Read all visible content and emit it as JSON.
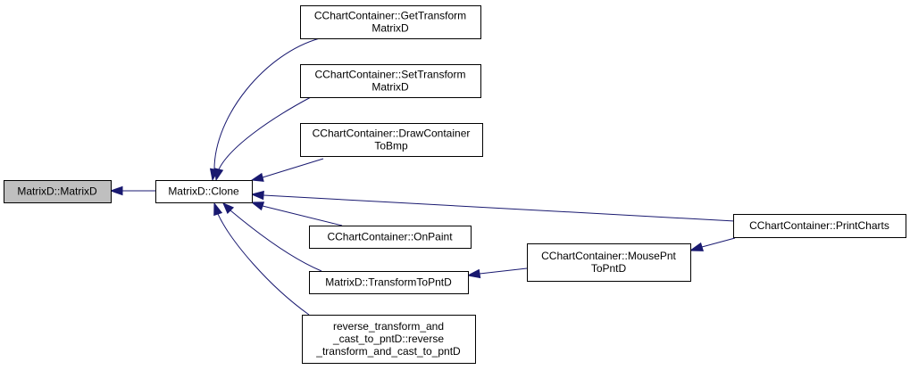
{
  "colors": {
    "edge": "#191970",
    "focus_fill": "#bfbfbf",
    "node_fill": "#ffffff",
    "node_border": "#000000"
  },
  "nodes": [
    {
      "id": "matrixd_ctor",
      "lines": [
        "MatrixD::MatrixD"
      ],
      "focus": true
    },
    {
      "id": "matrixd_clone",
      "lines": [
        "MatrixD::Clone"
      ]
    },
    {
      "id": "get_transform",
      "lines": [
        "CChartContainer::GetTransform",
        "MatrixD"
      ]
    },
    {
      "id": "set_transform",
      "lines": [
        "CChartContainer::SetTransform",
        "MatrixD"
      ]
    },
    {
      "id": "draw_container",
      "lines": [
        "CChartContainer::DrawContainer",
        "ToBmp"
      ]
    },
    {
      "id": "on_paint",
      "lines": [
        "CChartContainer::OnPaint"
      ]
    },
    {
      "id": "transform_to_pnt",
      "lines": [
        "MatrixD::TransformToPntD"
      ]
    },
    {
      "id": "reverse_transform",
      "lines": [
        "reverse_transform_and",
        "_cast_to_pntD::reverse",
        "_transform_and_cast_to_pntD"
      ]
    },
    {
      "id": "mouse_pnt",
      "lines": [
        "CChartContainer::MousePnt",
        "ToPntD"
      ]
    },
    {
      "id": "print_charts",
      "lines": [
        "CChartContainer::PrintCharts"
      ]
    }
  ],
  "edges": [
    {
      "from": "matrixd_clone",
      "to": "matrixd_ctor"
    },
    {
      "from": "get_transform",
      "to": "matrixd_clone"
    },
    {
      "from": "set_transform",
      "to": "matrixd_clone"
    },
    {
      "from": "draw_container",
      "to": "matrixd_clone"
    },
    {
      "from": "print_charts",
      "to": "matrixd_clone"
    },
    {
      "from": "on_paint",
      "to": "matrixd_clone"
    },
    {
      "from": "transform_to_pnt",
      "to": "matrixd_clone"
    },
    {
      "from": "reverse_transform",
      "to": "matrixd_clone"
    },
    {
      "from": "mouse_pnt",
      "to": "transform_to_pnt"
    },
    {
      "from": "print_charts",
      "to": "mouse_pnt"
    }
  ]
}
